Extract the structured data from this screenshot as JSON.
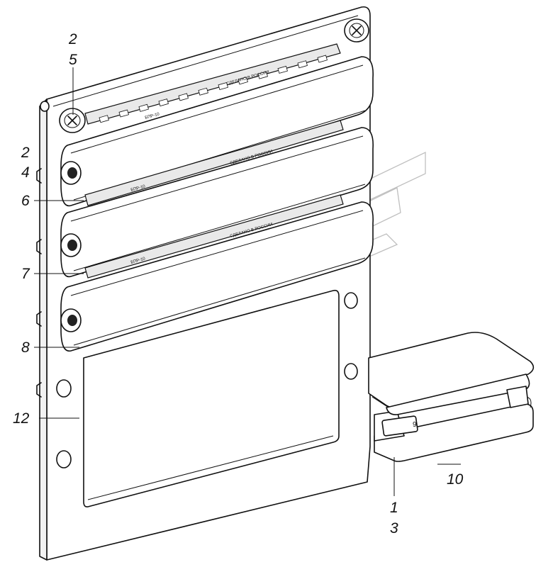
{
  "callouts": {
    "c_2_top": "2",
    "c_5": "5",
    "c_2_mid": "2",
    "c_4": "4",
    "c_6": "6",
    "c_7": "7",
    "c_8": "8",
    "c_12": "12",
    "c_1": "1",
    "c_3": "3",
    "c_10": "10"
  },
  "module_marks": {
    "row_text": "СДЕЛАНО В РОССИИ",
    "model_text": "БПР-10",
    "relay_digit": "9"
  }
}
